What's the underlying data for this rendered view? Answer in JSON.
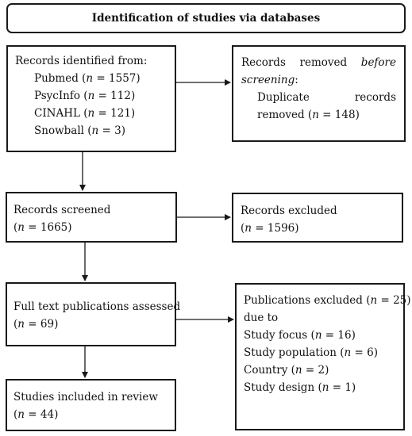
{
  "header": {
    "title": "Identification of studies via databases"
  },
  "identified": {
    "title": "Records identified from:",
    "sources": [
      {
        "name": "Pubmed",
        "n": "1557"
      },
      {
        "name": "PsycInfo",
        "n": "112"
      },
      {
        "name": "CINAHL",
        "n": "121"
      },
      {
        "name": "Snowball",
        "n": "3"
      }
    ]
  },
  "removed": {
    "word1": "Records",
    "word2": "removed",
    "word3_italic": "before",
    "line2_italic": "screening",
    "line2_suffix": ":",
    "word4": "Duplicate",
    "word5": "records",
    "line4_prefix": "removed (",
    "n": "148",
    "suffix": ")"
  },
  "screened": {
    "title": "Records screened",
    "n": "1665"
  },
  "excluded": {
    "title": "Records excluded",
    "n": "1596"
  },
  "assessed": {
    "title": "Full text publications assessed",
    "n": "69"
  },
  "pub_excluded": {
    "title_prefix": "Publications excluded (",
    "n": "25",
    "title_suffix": ")",
    "due_to": "due to",
    "reasons": [
      {
        "name": "Study focus",
        "n": "16"
      },
      {
        "name": "Study population",
        "n": "6"
      },
      {
        "name": "Country",
        "n": "2"
      },
      {
        "name": "Study design",
        "n": "1"
      }
    ]
  },
  "included": {
    "title": "Studies included in review",
    "n": "44"
  },
  "labels": {
    "n_var": "n",
    "eq": " = ",
    "open": "(",
    "close": ")"
  }
}
